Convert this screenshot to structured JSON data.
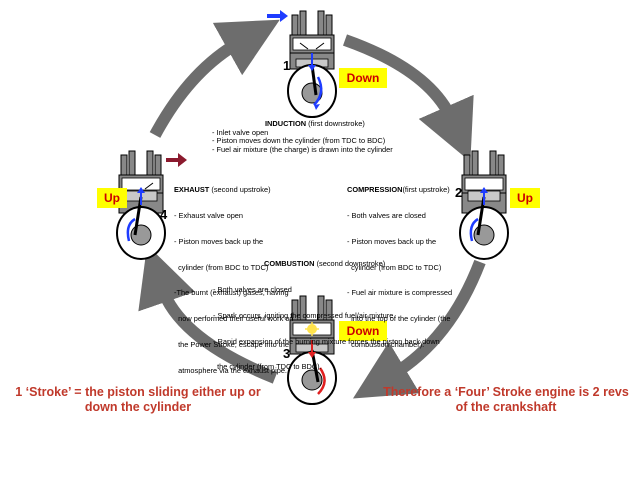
{
  "strokes": {
    "induction": {
      "number": "1",
      "direction": "Down",
      "title": "INDUCTION",
      "subtitle": "(first downstroke)",
      "lines": [
        "- Inlet valve open",
        "- Piston moves down the cylinder (from TDC to BDC)",
        "- Fuel air mixture (the charge)  is drawn into the cylinder"
      ]
    },
    "compression": {
      "number": "2",
      "direction": "Up",
      "title": "COMPRESSION",
      "subtitle": "(first upstroke)",
      "lines": [
        "- Both valves are closed",
        "- Piston moves back up the",
        "  cylinder (from BDC to TDC)",
        "- Fuel air mixture is compressed",
        "  into the top of the cylinder (the",
        "  combustion chamber)."
      ]
    },
    "combustion": {
      "number": "3",
      "direction": "Down",
      "title": "COMBUSTION",
      "subtitle": "(second downstroke)",
      "lines": [
        "- Both valves are closed",
        "- Spark occurs, igniting the compressed fuel/air mixture",
        "- Rapid expansion of the burning mixture forces the piston back down",
        "  the cylinder (from TDC to BDC)."
      ]
    },
    "exhaust": {
      "number": "4",
      "direction": "Up",
      "title": "EXHAUST",
      "subtitle": "(second upstroke)",
      "lines": [
        "- Exhaust valve open",
        "- Piston moves back up the",
        "  cylinder (from BDC to TDC)",
        "-The burnt (exhaust) gases, having",
        "  now performed their useful work on",
        "  the Power Stroke, escape into the",
        "  atmosphere via the exhaust pipe."
      ]
    }
  },
  "notes": {
    "left": "1 ‘Stroke’ = the piston sliding either up or down the cylinder",
    "left_line1": "1 ‘Stroke’ = the piston sliding either up or",
    "left_line2": "down the cylinder",
    "right_line1": "Therefore a ‘Four’ Stroke engine is 2 revs",
    "right_line2": "of the crankshaft"
  },
  "colors": {
    "cycle_arrow": "#6d6d6d",
    "badge_bg": "#ffff00",
    "badge_text": "#cc0000",
    "note_text": "#c0392b",
    "inlet_arrow": "#1e3cff",
    "exhaust_arrow": "#8b1a2e",
    "spark": "#ffe34d",
    "combustion_arrow": "#e02020"
  }
}
